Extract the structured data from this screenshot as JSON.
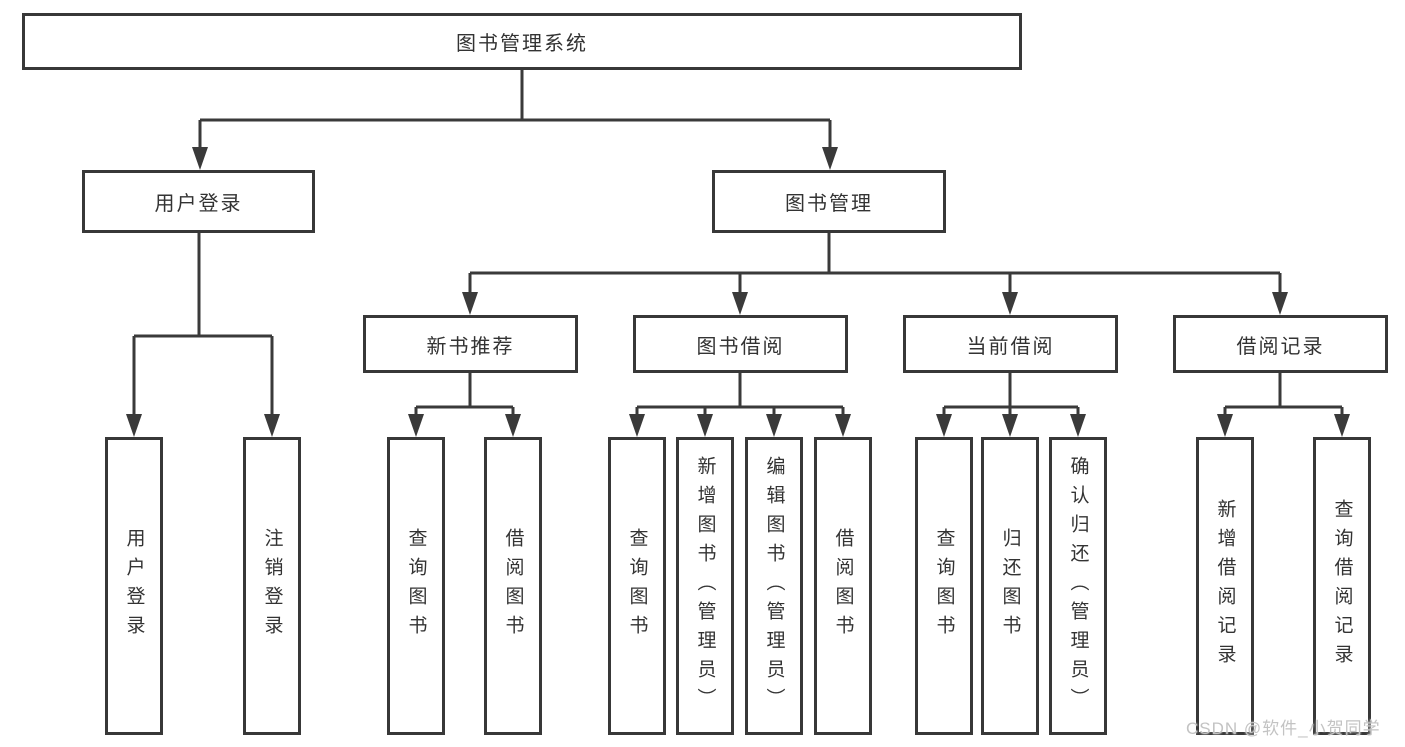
{
  "tree": {
    "root": {
      "label": "图书管理系统"
    },
    "branches": [
      {
        "label": "用户登录",
        "children": [
          {
            "label": "用户登录"
          },
          {
            "label": "注销登录"
          }
        ]
      },
      {
        "label": "图书管理",
        "children": [
          {
            "label": "新书推荐",
            "children": [
              {
                "label": "查询图书"
              },
              {
                "label": "借阅图书"
              }
            ]
          },
          {
            "label": "图书借阅",
            "children": [
              {
                "label": "查询图书"
              },
              {
                "label": "新增图书（管理员）"
              },
              {
                "label": "编辑图书（管理员）"
              },
              {
                "label": "借阅图书"
              }
            ]
          },
          {
            "label": "当前借阅",
            "children": [
              {
                "label": "查询图书"
              },
              {
                "label": "归还图书"
              },
              {
                "label": "确认归还（管理员）"
              }
            ]
          },
          {
            "label": "借阅记录",
            "children": [
              {
                "label": "新增借阅记录"
              },
              {
                "label": "查询借阅记录"
              }
            ]
          }
        ]
      }
    ]
  },
  "watermark": {
    "text": "CSDN @软件_小贺同学"
  },
  "colors": {
    "line": "#3a3a3a",
    "box_border": "#383838",
    "text": "#333333",
    "background": "#ffffff",
    "watermark": "#c3c3c3"
  }
}
